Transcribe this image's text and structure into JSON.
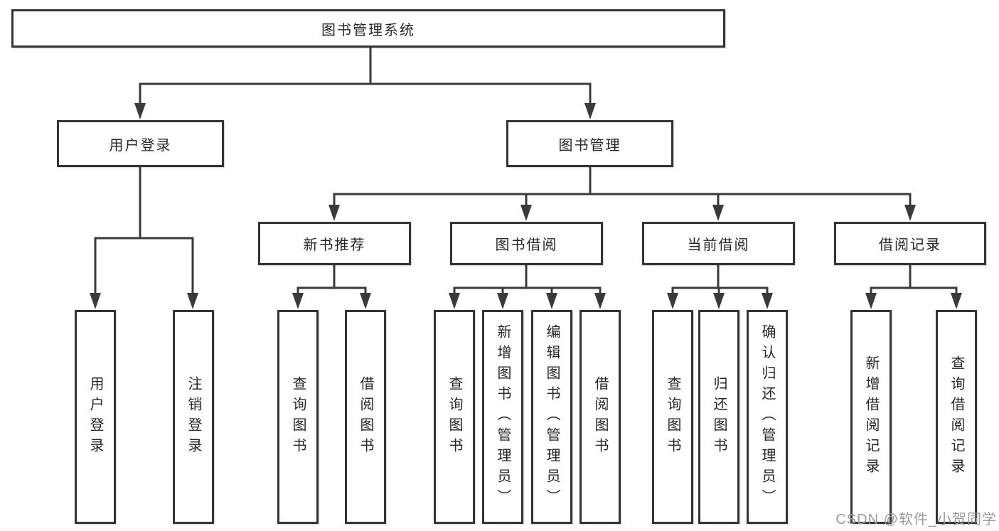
{
  "diagram": {
    "root": {
      "label": "图书管理系统"
    },
    "level2": [
      {
        "label": "用户登录"
      },
      {
        "label": "图书管理"
      }
    ],
    "level3": [
      {
        "label": "新书推荐"
      },
      {
        "label": "图书借阅"
      },
      {
        "label": "当前借阅"
      },
      {
        "label": "借阅记录"
      }
    ],
    "leaves": {
      "user_login": [
        {
          "label": "用户登录"
        },
        {
          "label": "注销登录"
        }
      ],
      "new_book": [
        {
          "label": "查询图书"
        },
        {
          "label": "借阅图书"
        }
      ],
      "book_borrow": [
        {
          "label": "查询图书"
        },
        {
          "label": "新增图书（管理员）"
        },
        {
          "label": "编辑图书（管理员）"
        },
        {
          "label": "借阅图书"
        }
      ],
      "current_borrow": [
        {
          "label": "查询图书"
        },
        {
          "label": "归还图书"
        },
        {
          "label": "确认归还（管理员）"
        }
      ],
      "borrow_record": [
        {
          "label": "新增借阅记录"
        },
        {
          "label": "查询借阅记录"
        }
      ]
    }
  },
  "watermark": {
    "text": "CSDN @软件_小贺同学"
  },
  "colors": {
    "line": "#3a3a3a",
    "box_border": "#343434",
    "text": "#262626",
    "watermark": "#9a9a9a",
    "background": "#ffffff"
  }
}
